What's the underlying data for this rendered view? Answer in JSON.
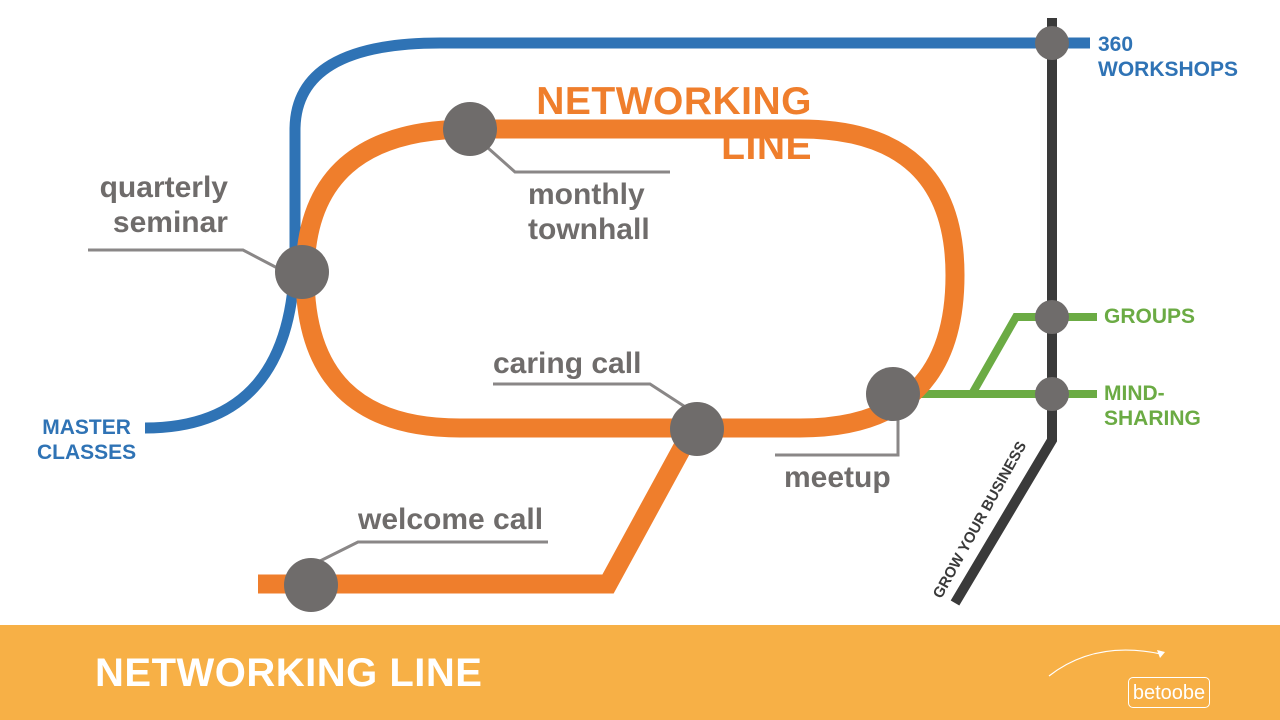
{
  "title": {
    "line1": "NETWORKING",
    "line2": "LINE"
  },
  "stations": {
    "quarterly_seminar": {
      "line1": "quarterly",
      "line2": "seminar"
    },
    "monthly_townhall": {
      "line1": "monthly",
      "line2": "townhall"
    },
    "caring_call": "caring call",
    "meetup": "meetup",
    "welcome_call": "welcome call"
  },
  "blue_line": {
    "workshops": {
      "line1": "360",
      "line2": "WORKSHOPS"
    },
    "master_classes": {
      "line1": "MASTER",
      "line2": "CLASSES"
    }
  },
  "green_line": {
    "groups": "GROUPS",
    "mind_sharing": {
      "line1": "MIND-",
      "line2": "SHARING"
    }
  },
  "grow_your_business": "GROW YOUR BUSINESS",
  "footer": {
    "title": "NETWORKING LINE",
    "logo": "betoobe"
  },
  "colors": {
    "orange": "#ef7e2c",
    "blue": "#2f73b5",
    "green": "#6bab44",
    "dark": "#3a3a3a",
    "station": "#6f6c6b",
    "footer": "#f7b046"
  }
}
